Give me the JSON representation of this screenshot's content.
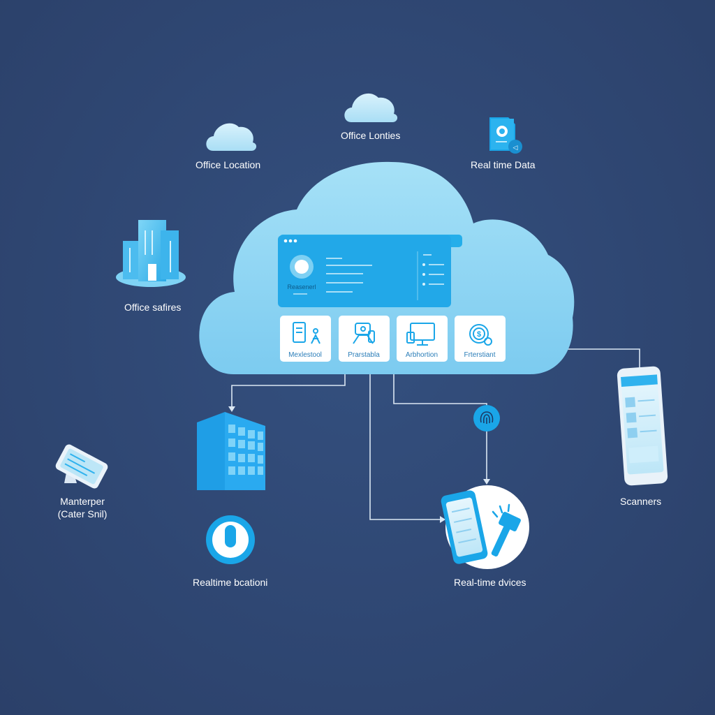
{
  "labels": {
    "office_location": "Office Location",
    "office_contacts": "Office Lonties",
    "realtime_data": "Real time Data",
    "office_sites": "Office safires",
    "maintenance_line1": "Manterper",
    "maintenance_line2": "(Cater Snil)",
    "scanners": "Scanners",
    "realtime_location": "Realtime bcationi",
    "realtime_devices": "Real-time dvices"
  },
  "panel": {
    "caption": "Reasenerl"
  },
  "tiles": [
    {
      "label": "Mexlestool",
      "icon": "tablet-person-icon"
    },
    {
      "label": "Prarstabla",
      "icon": "tools-icon"
    },
    {
      "label": "Arbhortion",
      "icon": "monitor-icon"
    },
    {
      "label": "Frterstiant",
      "icon": "currency-icon"
    }
  ],
  "colors": {
    "background": "#2f4773",
    "cloud": "#8fd6f5",
    "accent": "#1aa6e8",
    "connector": "#dbe7f3"
  }
}
